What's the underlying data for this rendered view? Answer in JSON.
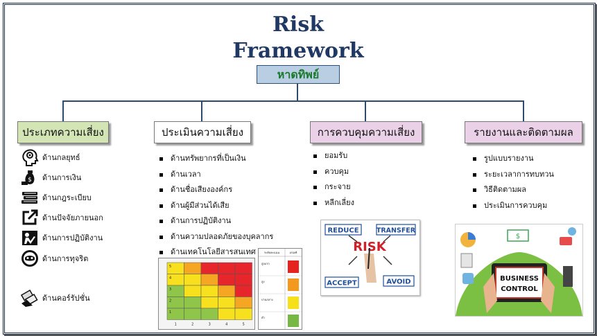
{
  "title": {
    "line1": "Risk",
    "line2": "Framework",
    "subtitle": "หาดทิพย์"
  },
  "categories": [
    {
      "label": "ประเภทความเสี่ยง"
    },
    {
      "label": "ประเมินความเสี่ยง"
    },
    {
      "label": "การควบคุมความเสี่ยง"
    },
    {
      "label": "รายงานและติดตามผล"
    }
  ],
  "risk_types": [
    {
      "label": "ด้านกลยุทธ์",
      "icon": "head-gear-icon"
    },
    {
      "label": "ด้านการเงิน",
      "icon": "money-bag-icon"
    },
    {
      "label": "ด้านกฎระเบียบ",
      "icon": "book-stack-icon"
    },
    {
      "label": "ด้านปัจจัยภายนอก",
      "icon": "external-link-icon"
    },
    {
      "label": "ด้านการปฏิบัติงาน",
      "icon": "worker-icon"
    },
    {
      "label": "ด้านการทุจริต",
      "icon": "thief-icon"
    },
    {
      "label": "ด้านคอร์รัปชั่น",
      "icon": "bribe-icon"
    }
  ],
  "assessment_items": [
    "ด้านทรัพยากรที่เป็นเงิน",
    "ด้านเวลา",
    "ด้านชื่อเสียงองค์กร",
    "ด้านผู้มีส่วนได้เสีย",
    "ด้านการปฏิบัติงาน",
    "ด้านความปลอดภัยของบุคลากร",
    "ด้านเทคโนโลยีสารสนเทศ"
  ],
  "control_items": [
    "ยอมรับ",
    "ควบคุม",
    "กระจาย",
    "หลีกเลี่ยง"
  ],
  "report_items": [
    "รูปแบบรายงาน",
    "ระยะเวลาการทบทวน",
    "วิธีติดตามผล",
    "ประเมินการควบคุม"
  ],
  "risk_matrix": {
    "x_ticks": [
      "1",
      "2",
      "3",
      "4",
      "5"
    ],
    "y_ticks": [
      "5",
      "4",
      "3",
      "2",
      "1"
    ],
    "colors": [
      "#e6262b",
      "#f5a623",
      "#f7e11e",
      "#8fc64a"
    ]
  },
  "risk_legend": {
    "headers": [
      "ระดับคะแนน",
      "เกณฑ์"
    ],
    "rows": [
      {
        "label": "สูงมาก",
        "color": "#e5241f"
      },
      {
        "label": "สูง",
        "color": "#f39a1e"
      },
      {
        "label": "ปานกลาง",
        "color": "#f6e01a"
      },
      {
        "label": "ต่ำ",
        "color": "#76b843"
      }
    ]
  },
  "risk_strategies": {
    "center": "RISK",
    "reduce": "REDUCE",
    "transfer": "TRANSFER",
    "accept": "ACCEPT",
    "avoid": "AVOID"
  },
  "business_control": {
    "line1": "BUSINESS",
    "line2": "CONTROL"
  },
  "colors": {
    "title": "#1f3864",
    "subtitle_text": "#1b7a2e",
    "subtitle_bg": "#b9cde3",
    "connector": "#2d4a6d",
    "box_green": "#d3e5b5",
    "box_pink": "#ead1e8",
    "strategy_blue": "#1f4e9a",
    "strategy_red": "#d0202a"
  }
}
